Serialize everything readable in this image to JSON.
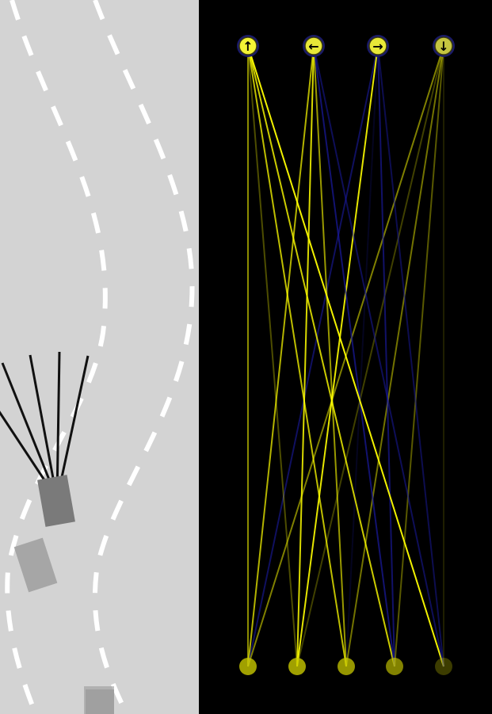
{
  "colors": {
    "road": "#d3d3d3",
    "lane_marking": "#ffffff",
    "sensor_ray": "#111111",
    "player_car": "#7a7a7a",
    "other_car": "#9e9e9e",
    "net_background": "#000000",
    "positive_weight": "#ffff00",
    "negative_weight": "#1a1aa0",
    "output_node": "#ffff33",
    "input_node": "#c8c800"
  },
  "output_nodes": [
    {
      "name": "up-arrow-icon",
      "glyph": "↑",
      "activation": 0.95
    },
    {
      "name": "left-arrow-icon",
      "glyph": "←",
      "activation": 0.9
    },
    {
      "name": "right-arrow-icon",
      "glyph": "→",
      "activation": 0.9
    },
    {
      "name": "down-arrow-icon",
      "glyph": "↓",
      "activation": 0.75
    }
  ],
  "input_nodes": [
    {
      "name": "sensor-1",
      "activation": 0.8
    },
    {
      "name": "sensor-2",
      "activation": 0.8
    },
    {
      "name": "sensor-3",
      "activation": 0.75
    },
    {
      "name": "sensor-4",
      "activation": 0.65
    },
    {
      "name": "sensor-5",
      "activation": 0.3
    }
  ],
  "connections": [
    {
      "input": 0,
      "output": 0,
      "weight": 0.55
    },
    {
      "input": 0,
      "output": 1,
      "weight": 0.7
    },
    {
      "input": 0,
      "output": 2,
      "weight": -0.6
    },
    {
      "input": 0,
      "output": 3,
      "weight": 0.5
    },
    {
      "input": 1,
      "output": 0,
      "weight": 0.3
    },
    {
      "input": 1,
      "output": 1,
      "weight": 0.85
    },
    {
      "input": 1,
      "output": 2,
      "weight": 0.9
    },
    {
      "input": 1,
      "output": 3,
      "weight": 0.25
    },
    {
      "input": 2,
      "output": 0,
      "weight": 0.75
    },
    {
      "input": 2,
      "output": 1,
      "weight": 0.6
    },
    {
      "input": 2,
      "output": 2,
      "weight": -0.2
    },
    {
      "input": 2,
      "output": 3,
      "weight": 0.45
    },
    {
      "input": 3,
      "output": 0,
      "weight": 0.8
    },
    {
      "input": 3,
      "output": 1,
      "weight": -0.7
    },
    {
      "input": 3,
      "output": 2,
      "weight": -0.65
    },
    {
      "input": 3,
      "output": 3,
      "weight": 0.35
    },
    {
      "input": 4,
      "output": 0,
      "weight": 0.95
    },
    {
      "input": 4,
      "output": 1,
      "weight": -0.55
    },
    {
      "input": 4,
      "output": 2,
      "weight": -0.5
    },
    {
      "input": 4,
      "output": 3,
      "weight": 0.1
    }
  ]
}
